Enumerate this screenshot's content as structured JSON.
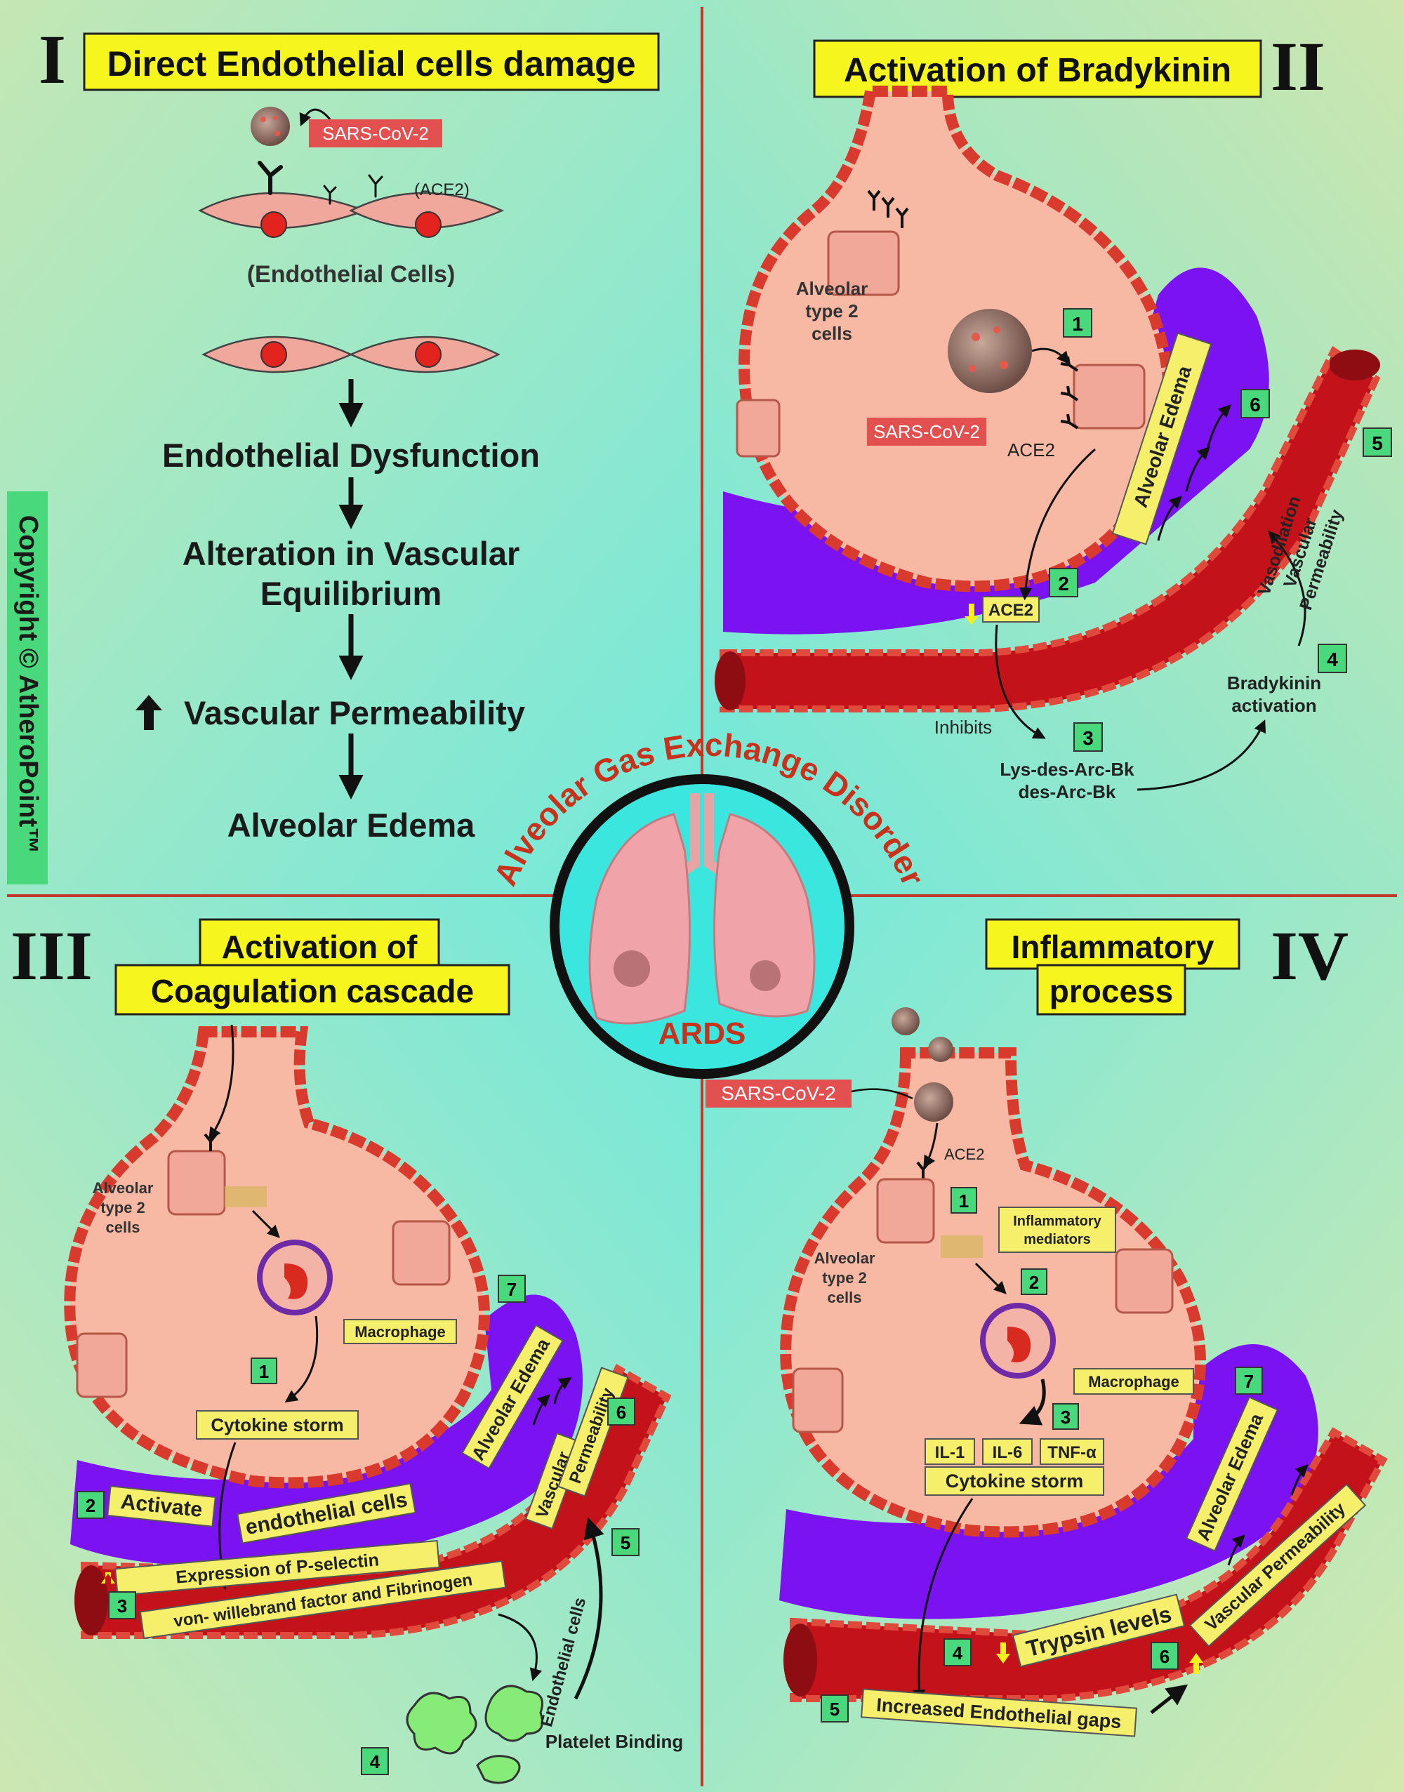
{
  "copyright": "Copyright © AtheroPoint™",
  "center": {
    "arc_title": "Alveolar Gas Exchange Disorder",
    "label": "ARDS"
  },
  "panels": {
    "p1": {
      "numeral": "I",
      "title": "Direct Endothelial cells damage",
      "virus": "SARS-CoV-2",
      "receptor": "(ACE2)",
      "cells_caption": "(Endothelial Cells)",
      "flow": [
        "Endothelial Dysfunction",
        "Alteration in Vascular",
        "Equilibrium",
        "Vascular Permeability",
        "Alveolar Edema"
      ]
    },
    "p2": {
      "numeral": "II",
      "title": "Activation of Bradykinin",
      "cells": [
        "Alveolar",
        "type 2",
        "cells"
      ],
      "virus": "SARS-CoV-2",
      "ace2": "ACE2",
      "ace2_box": "ACE2",
      "edema": "Alveolar Edema",
      "inhibits": "Inhibits",
      "lys": [
        "Lys-des-Arc-Bk",
        "des-Arc-Bk"
      ],
      "brady": [
        "Bradykinin",
        "activation"
      ],
      "vaso": [
        "Vasodilation",
        "Vascular",
        "Permeability"
      ],
      "steps": [
        "1",
        "2",
        "3",
        "4",
        "5",
        "6"
      ]
    },
    "p3": {
      "numeral": "III",
      "title": [
        "Activation of",
        "Coagulation cascade"
      ],
      "cells": [
        "Alveolar",
        "type 2",
        "cells"
      ],
      "macrophage": "Macrophage",
      "cytokine": "Cytokine storm",
      "activate": "Activate",
      "endothelial": "endothelial cells",
      "expression": [
        "Expression of P-selectin",
        "von- willebrand factor and Fibrinogen"
      ],
      "edema": "Alveolar Edema",
      "vascular": "Vascular",
      "permeability": "Permeability",
      "endo_cells": "Endothelial cells",
      "platelet": "Platelet Binding",
      "steps": [
        "1",
        "2",
        "3",
        "4",
        "5",
        "6",
        "7"
      ]
    },
    "p4": {
      "numeral": "IV",
      "title": [
        "Inflammatory",
        "process"
      ],
      "virus": "SARS-CoV-2",
      "ace2": "ACE2",
      "cells": [
        "Alveolar",
        "type 2",
        "cells"
      ],
      "mediators": [
        "Inflammatory",
        "mediators"
      ],
      "macrophage": "Macrophage",
      "il1": "IL-1",
      "il6": "IL-6",
      "tnf": "TNF-α",
      "cytokine": "Cytokine storm",
      "edema": "Alveolar Edema",
      "trypsin": "Trypsin levels",
      "gaps": "Increased Endothelial gaps",
      "vascperm": "Vascular Permeability",
      "steps": [
        "1",
        "2",
        "3",
        "4",
        "5",
        "6",
        "7"
      ]
    }
  }
}
